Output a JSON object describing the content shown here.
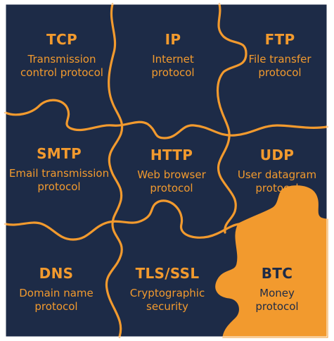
{
  "colors": {
    "background": "#1d2b47",
    "accent": "#f29a2e",
    "frame": "#ffffff"
  },
  "pieces": [
    {
      "title": "TCP",
      "desc_line1": "Transmission",
      "desc_line2": "control protocol",
      "highlighted": false
    },
    {
      "title": "IP",
      "desc_line1": "Internet",
      "desc_line2": "protocol",
      "highlighted": false
    },
    {
      "title": "FTP",
      "desc_line1": "File transfer",
      "desc_line2": "protocol",
      "highlighted": false
    },
    {
      "title": "SMTP",
      "desc_line1": "Email transmission",
      "desc_line2": "protocol",
      "highlighted": false
    },
    {
      "title": "HTTP",
      "desc_line1": "Web browser",
      "desc_line2": "protocol",
      "highlighted": false
    },
    {
      "title": "UDP",
      "desc_line1": "User datagram",
      "desc_line2": "protocol",
      "highlighted": false
    },
    {
      "title": "DNS",
      "desc_line1": "Domain name",
      "desc_line2": "protocol",
      "highlighted": false
    },
    {
      "title": "TLS/SSL",
      "desc_line1": "Cryptographic",
      "desc_line2": "security",
      "highlighted": false
    },
    {
      "title": "BTC",
      "desc_line1": "Money",
      "desc_line2": "protocol",
      "highlighted": true
    }
  ]
}
